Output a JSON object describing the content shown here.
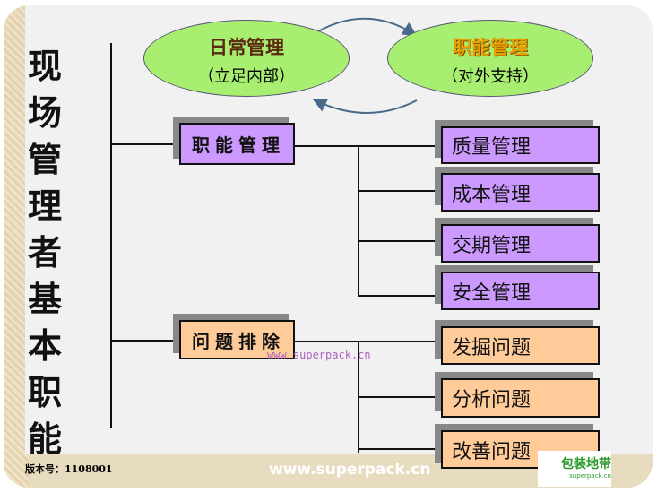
{
  "title_vertical": "现场管理者基本职能",
  "ellipses": [
    {
      "title": "日常管理",
      "subtitle": "（立足内部）"
    },
    {
      "title": "职能管理",
      "subtitle": "（对外支持）"
    }
  ],
  "groups": [
    {
      "label": "职能管理",
      "items": [
        "质量管理",
        "成本管理",
        "交期管理",
        "安全管理"
      ]
    },
    {
      "label": "问题排除",
      "items": [
        "发掘问题",
        "分析问题",
        "改善问题"
      ]
    }
  ],
  "watermark": "www.superpack.cn",
  "footer": {
    "version": "版本号：1108001",
    "url": "www.superpack.cn",
    "logo_text": "包装地带",
    "logo_sub": "superpack.cn"
  },
  "colors": {
    "purple": "#cc99ff",
    "orange": "#ffcc99",
    "ellipse": "#a8ee70"
  }
}
